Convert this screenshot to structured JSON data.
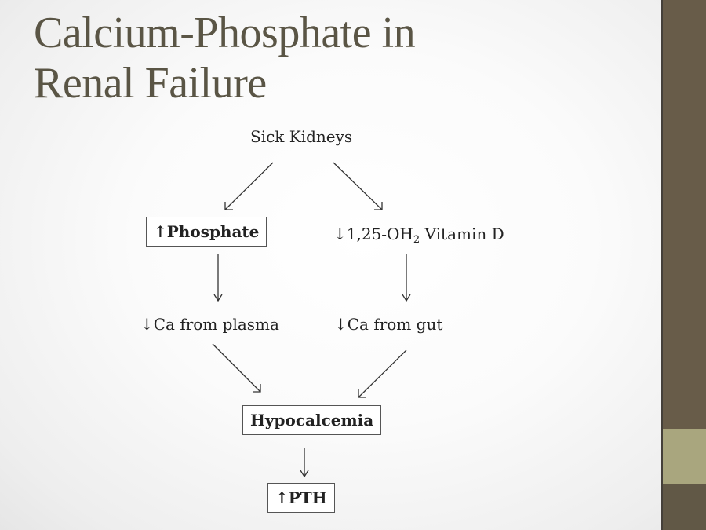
{
  "slide": {
    "title_line1": "Calcium-Phosphate in",
    "title_line2": "Renal Failure"
  },
  "diagram": {
    "nodes": {
      "sick_kidneys": "Sick Kidneys",
      "phosphate_arrow": "↑",
      "phosphate": "Phosphate",
      "vitd_arrow": "↓",
      "vitd_prefix": "1,25-OH",
      "vitd_sub": "2",
      "vitd_suffix": " Vitamin D",
      "ca_plasma": "↓Ca from plasma",
      "ca_gut": "↓Ca from gut",
      "hypocalcemia": "Hypocalcemia",
      "pth_arrow": "↑",
      "pth": "PTH"
    },
    "edges": [
      {
        "from": "Sick Kidneys",
        "to": "↑Phosphate"
      },
      {
        "from": "Sick Kidneys",
        "to": "↓1,25-OH2 Vitamin D"
      },
      {
        "from": "↑Phosphate",
        "to": "↓Ca from plasma"
      },
      {
        "from": "↓1,25-OH2 Vitamin D",
        "to": "↓Ca from gut"
      },
      {
        "from": "↓Ca from plasma",
        "to": "Hypocalcemia"
      },
      {
        "from": "↓Ca from gut",
        "to": "Hypocalcemia"
      },
      {
        "from": "Hypocalcemia",
        "to": "↑PTH"
      }
    ]
  },
  "theme": {
    "sidebar_color": "#685c49",
    "sidebar_accent_color": "#a9a67e",
    "title_color": "#5a5545"
  }
}
